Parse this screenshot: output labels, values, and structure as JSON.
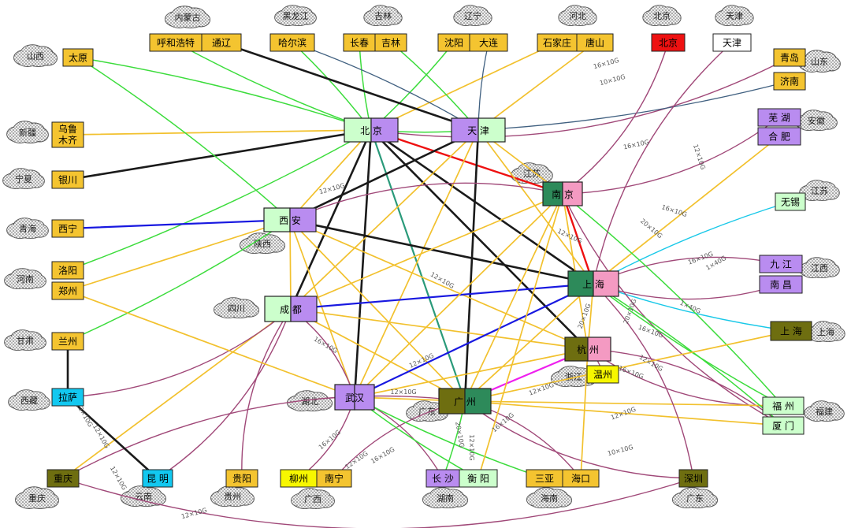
{
  "colors": {
    "core": "#1a1a1a",
    "trunk": "#f2c12e",
    "regional": "#3cdc3c",
    "secondary": "#a04878",
    "hz_gz": "#ee20ee",
    "long_blue": "#1818e0",
    "long_teal": "#2a9a7a",
    "bj_nj_red": "#ee1010",
    "cyan": "#18c8e8",
    "slate": "#406080"
  },
  "clouds": [
    {
      "id": "c_nmg",
      "label": "内蒙古"
    },
    {
      "id": "c_hlj",
      "label": "黑龙江"
    },
    {
      "id": "c_jl",
      "label": "吉林"
    },
    {
      "id": "c_ln",
      "label": "辽宁"
    },
    {
      "id": "c_heb",
      "label": "河北"
    },
    {
      "id": "c_bj",
      "label": "北京"
    },
    {
      "id": "c_tj",
      "label": "天津"
    },
    {
      "id": "c_sx",
      "label": "山西"
    },
    {
      "id": "c_sd",
      "label": "山东"
    },
    {
      "id": "c_xj",
      "label": "新疆"
    },
    {
      "id": "c_ah",
      "label": "安徽"
    },
    {
      "id": "c_nx",
      "label": "宁夏"
    },
    {
      "id": "c_js_r",
      "label": "江苏"
    },
    {
      "id": "c_js_nj",
      "label": "江苏"
    },
    {
      "id": "c_qh",
      "label": "青海"
    },
    {
      "id": "c_shx",
      "label": "陕西"
    },
    {
      "id": "c_hen",
      "label": "河南"
    },
    {
      "id": "c_jx",
      "label": "江西"
    },
    {
      "id": "c_sc",
      "label": "四川"
    },
    {
      "id": "c_gs",
      "label": "甘肃"
    },
    {
      "id": "c_sh_r",
      "label": "上海"
    },
    {
      "id": "c_zj",
      "label": "浙江"
    },
    {
      "id": "c_hb",
      "label": "湖北"
    },
    {
      "id": "c_gd_c",
      "label": "广东"
    },
    {
      "id": "c_xz",
      "label": "西藏"
    },
    {
      "id": "c_fj",
      "label": "福建"
    },
    {
      "id": "c_cq",
      "label": "重庆"
    },
    {
      "id": "c_yn",
      "label": "云南"
    },
    {
      "id": "c_gz",
      "label": "贵州"
    },
    {
      "id": "c_gx",
      "label": "广西"
    },
    {
      "id": "c_hun",
      "label": "湖南"
    },
    {
      "id": "c_hain",
      "label": "海南"
    },
    {
      "id": "c_gd_b",
      "label": "广东"
    }
  ],
  "nodes": [
    {
      "id": "huhehaote",
      "label": "呼和浩特"
    },
    {
      "id": "tongliao",
      "label": "通辽"
    },
    {
      "id": "haerbin",
      "label": "哈尔滨"
    },
    {
      "id": "changchun",
      "label": "长春"
    },
    {
      "id": "jilin",
      "label": "吉林"
    },
    {
      "id": "shenyang",
      "label": "沈阳"
    },
    {
      "id": "dalian",
      "label": "大连"
    },
    {
      "id": "shijiazhuang",
      "label": "石家庄"
    },
    {
      "id": "tangshan",
      "label": "唐山"
    },
    {
      "id": "beijing_top",
      "label": "北京"
    },
    {
      "id": "tianjin_top",
      "label": "天津"
    },
    {
      "id": "taiyuan",
      "label": "太原"
    },
    {
      "id": "qingdao",
      "label": "青岛"
    },
    {
      "id": "jinan",
      "label": "济南"
    },
    {
      "id": "wulumuqi",
      "label": "乌鲁\n木齐"
    },
    {
      "id": "wuhu",
      "label": "芜  湖"
    },
    {
      "id": "hefei",
      "label": "合  肥"
    },
    {
      "id": "yinchuan",
      "label": "银川"
    },
    {
      "id": "wuxi",
      "label": "无锡"
    },
    {
      "id": "xining",
      "label": "西宁"
    },
    {
      "id": "luoyang",
      "label": "洛阳"
    },
    {
      "id": "zhengzhou",
      "label": "郑州"
    },
    {
      "id": "jiujiang",
      "label": "九  江"
    },
    {
      "id": "nanchang",
      "label": "南  昌"
    },
    {
      "id": "lanzhou",
      "label": "兰州"
    },
    {
      "id": "shanghai_r",
      "label": "上  海"
    },
    {
      "id": "wenzhou",
      "label": "温州"
    },
    {
      "id": "lasa",
      "label": "拉萨"
    },
    {
      "id": "fuzhou",
      "label": "福  州"
    },
    {
      "id": "xiamen",
      "label": "厦  门"
    },
    {
      "id": "chongqing",
      "label": "重庆"
    },
    {
      "id": "kunming",
      "label": "昆  明"
    },
    {
      "id": "guiyang",
      "label": "贵阳"
    },
    {
      "id": "liuzhou",
      "label": "柳州"
    },
    {
      "id": "nanning",
      "label": "南宁"
    },
    {
      "id": "changsha",
      "label": "长  沙"
    },
    {
      "id": "hengyang",
      "label": "衡  阳"
    },
    {
      "id": "sanya",
      "label": "三亚"
    },
    {
      "id": "haikou",
      "label": "海口"
    },
    {
      "id": "shenzhen",
      "label": "深圳"
    }
  ],
  "hubs": [
    {
      "id": "beijing",
      "label": "北  京"
    },
    {
      "id": "tianjin",
      "label": "天  津"
    },
    {
      "id": "nanjing",
      "label": "南  京"
    },
    {
      "id": "xian",
      "label": "西  安"
    },
    {
      "id": "shanghai",
      "label": "上  海"
    },
    {
      "id": "chengdu",
      "label": "成  都"
    },
    {
      "id": "hangzhou",
      "label": "杭  州"
    },
    {
      "id": "wuhan",
      "label": "武汉"
    },
    {
      "id": "guangzhou",
      "label": "广  州"
    }
  ],
  "edges": [
    {
      "from": "beijing",
      "to": "tianjin",
      "color": "regional"
    },
    {
      "from": "beijing",
      "to": "xian",
      "color": "trunk"
    },
    {
      "from": "beijing",
      "to": "chengdu",
      "color": "core"
    },
    {
      "from": "beijing",
      "to": "wuhan",
      "color": "core"
    },
    {
      "from": "beijing",
      "to": "guangzhou",
      "color": "long_teal"
    },
    {
      "from": "beijing",
      "to": "shanghai",
      "color": "core"
    },
    {
      "from": "beijing",
      "to": "hangzhou",
      "color": "core"
    },
    {
      "from": "beijing",
      "to": "nanjing",
      "color": "bj_nj_red"
    },
    {
      "from": "tianjin",
      "to": "xian",
      "color": "core"
    },
    {
      "from": "tianjin",
      "to": "guangzhou",
      "color": "core"
    },
    {
      "from": "tianjin",
      "to": "wuhan",
      "color": "trunk"
    },
    {
      "from": "tianjin",
      "to": "shanghai",
      "color": "trunk"
    },
    {
      "from": "tianjin",
      "to": "nanjing",
      "color": "trunk"
    },
    {
      "from": "tianjin",
      "to": "chengdu",
      "color": "trunk"
    },
    {
      "from": "xian",
      "to": "shanghai",
      "color": "core"
    },
    {
      "from": "xian",
      "to": "chengdu",
      "color": "trunk"
    },
    {
      "from": "xian",
      "to": "wuhan",
      "color": "trunk"
    },
    {
      "from": "xian",
      "to": "nanjing",
      "color": "secondary"
    },
    {
      "from": "xian",
      "to": "hangzhou",
      "color": "trunk"
    },
    {
      "from": "xian",
      "to": "guangzhou",
      "color": "trunk"
    },
    {
      "from": "chengdu",
      "to": "shanghai",
      "color": "long_blue"
    },
    {
      "from": "chengdu",
      "to": "wuhan",
      "color": "secondary"
    },
    {
      "from": "chengdu",
      "to": "hangzhou",
      "color": "trunk"
    },
    {
      "from": "chengdu",
      "to": "guangzhou",
      "color": "trunk"
    },
    {
      "from": "chengdu",
      "to": "nanjing",
      "color": "trunk"
    },
    {
      "from": "wuhan",
      "to": "shanghai",
      "color": "long_blue"
    },
    {
      "from": "wuhan",
      "to": "guangzhou",
      "color": "trunk"
    },
    {
      "from": "wuhan",
      "to": "nanjing",
      "color": "trunk"
    },
    {
      "from": "wuhan",
      "to": "hangzhou",
      "color": "trunk"
    },
    {
      "from": "guangzhou",
      "to": "hangzhou",
      "color": "hz_gz"
    },
    {
      "from": "guangzhou",
      "to": "shanghai",
      "color": "trunk"
    },
    {
      "from": "guangzhou",
      "to": "nanjing",
      "color": "trunk"
    },
    {
      "from": "nanjing",
      "to": "shanghai",
      "color": "bj_nj_red"
    },
    {
      "from": "shanghai",
      "to": "hangzhou",
      "color": "trunk"
    },
    {
      "from": "nanjing",
      "to": "hangzhou",
      "color": "trunk"
    },
    {
      "from": "beijing",
      "to": "huhehaote",
      "color": "regional"
    },
    {
      "from": "beijing",
      "to": "haerbin",
      "color": "regional"
    },
    {
      "from": "beijing",
      "to": "changchun",
      "color": "regional"
    },
    {
      "from": "beijing",
      "to": "shenyang",
      "color": "regional"
    },
    {
      "from": "beijing",
      "to": "shijiazhuang",
      "color": "trunk"
    },
    {
      "from": "beijing",
      "to": "taiyuan",
      "color": "regional"
    },
    {
      "from": "beijing",
      "to": "yinchuan",
      "color": "core"
    },
    {
      "from": "beijing",
      "to": "wulumuqi",
      "color": "trunk"
    },
    {
      "from": "beijing",
      "to": "luoyang",
      "color": "regional"
    },
    {
      "from": "beijing",
      "to": "qingdao",
      "color": "secondary"
    },
    {
      "from": "tianjin",
      "to": "tongliao",
      "color": "core"
    },
    {
      "from": "tianjin",
      "to": "haerbin",
      "color": "slate"
    },
    {
      "from": "tianjin",
      "to": "dalian",
      "color": "slate"
    },
    {
      "from": "tianjin",
      "to": "jilin",
      "color": "regional"
    },
    {
      "from": "tianjin",
      "to": "tangshan",
      "color": "trunk"
    },
    {
      "from": "tianjin",
      "to": "jinan",
      "color": "slate"
    },
    {
      "from": "xian",
      "to": "xining",
      "color": "long_blue"
    },
    {
      "from": "xian",
      "to": "taiyuan",
      "color": "regional"
    },
    {
      "from": "xian",
      "to": "lanzhou",
      "color": "regional"
    },
    {
      "from": "xian",
      "to": "zhengzhou",
      "color": "trunk"
    },
    {
      "from": "chengdu",
      "to": "kunming",
      "color": "secondary"
    },
    {
      "from": "chengdu",
      "to": "chongqing",
      "color": "trunk"
    },
    {
      "from": "chengdu",
      "to": "lasa",
      "color": "secondary"
    },
    {
      "from": "chengdu",
      "to": "guiyang",
      "color": "secondary"
    },
    {
      "from": "shanghai",
      "to": "wuxi",
      "color": "cyan"
    },
    {
      "from": "shanghai",
      "to": "shanghai_r",
      "color": "cyan"
    },
    {
      "from": "shanghai",
      "to": "jiujiang",
      "color": "secondary"
    },
    {
      "from": "shanghai",
      "to": "nanchang",
      "color": "secondary"
    },
    {
      "from": "shanghai",
      "to": "hefei",
      "color": "trunk"
    },
    {
      "from": "nanjing",
      "to": "wuhu",
      "color": "secondary"
    },
    {
      "from": "nanjing",
      "to": "fuzhou",
      "color": "regional"
    },
    {
      "from": "nanjing",
      "to": "xiamen",
      "color": "secondary"
    },
    {
      "from": "hangzhou",
      "to": "wenzhou",
      "color": "secondary"
    },
    {
      "from": "hangzhou",
      "to": "fuzhou",
      "color": "secondary"
    },
    {
      "from": "hangzhou",
      "to": "xiamen",
      "color": "secondary"
    },
    {
      "from": "guangzhou",
      "to": "shenzhen",
      "color": "secondary"
    },
    {
      "from": "guangzhou",
      "to": "haikou",
      "color": "secondary"
    },
    {
      "from": "guangzhou",
      "to": "nanning",
      "color": "secondary"
    },
    {
      "from": "guangzhou",
      "to": "changsha",
      "color": "regional"
    },
    {
      "from": "guangzhou",
      "to": "fuzhou",
      "color": "trunk"
    },
    {
      "from": "guangzhou",
      "to": "xiamen",
      "color": "trunk"
    },
    {
      "from": "guangzhou",
      "to": "chongqing",
      "color": "secondary"
    },
    {
      "from": "wuhan",
      "to": "changsha",
      "color": "secondary"
    },
    {
      "from": "wuhan",
      "to": "hengyang",
      "color": "regional"
    },
    {
      "from": "wuhan",
      "to": "liuzhou",
      "color": "secondary"
    },
    {
      "from": "wuhan",
      "to": "sanya",
      "color": "regional"
    },
    {
      "from": "wuhan",
      "to": "zhengzhou",
      "color": "trunk"
    },
    {
      "from": "lanzhou",
      "to": "lasa",
      "color": "core"
    },
    {
      "from": "lasa",
      "to": "kunming",
      "color": "core"
    },
    {
      "from": "chongqing",
      "to": "shenzhen",
      "color": "secondary"
    },
    {
      "from": "beijing_top",
      "to": "nanjing",
      "color": "secondary"
    },
    {
      "from": "tianjin_top",
      "to": "shanghai",
      "color": "secondary"
    },
    {
      "from": "shanghai",
      "to": "xiamen",
      "color": "regional"
    },
    {
      "from": "shanghai",
      "to": "fuzhou",
      "color": "regional"
    },
    {
      "from": "shanghai",
      "to": "shenzhen",
      "color": "secondary"
    },
    {
      "from": "guangzhou",
      "to": "shanghai_r",
      "color": "trunk"
    },
    {
      "from": "nanjing",
      "to": "hengyang",
      "color": "trunk"
    },
    {
      "from": "hangzhou",
      "to": "haikou",
      "color": "trunk"
    }
  ],
  "edge_labels": [
    {
      "id": "l1",
      "text": "16×10G"
    },
    {
      "id": "l2",
      "text": "10×10G"
    },
    {
      "id": "l3",
      "text": "16×10G"
    },
    {
      "id": "l4",
      "text": "12×10G"
    },
    {
      "id": "l5",
      "text": "12×10G"
    },
    {
      "id": "l6",
      "text": "16×10G"
    },
    {
      "id": "l7",
      "text": "20×10G"
    },
    {
      "id": "l8",
      "text": "12×10G"
    },
    {
      "id": "l9",
      "text": "16×10G"
    },
    {
      "id": "l10",
      "text": "1×40G"
    },
    {
      "id": "l11",
      "text": "12×10G"
    },
    {
      "id": "l12",
      "text": "1×40G"
    },
    {
      "id": "l13",
      "text": "20×10G"
    },
    {
      "id": "l14",
      "text": "20×10G"
    },
    {
      "id": "l15",
      "text": "16×10G"
    },
    {
      "id": "l16",
      "text": "16×10G"
    },
    {
      "id": "l17",
      "text": "12×10G"
    },
    {
      "id": "l18",
      "text": "16×10G"
    },
    {
      "id": "l19",
      "text": "12×10G"
    },
    {
      "id": "l20",
      "text": "12×10G"
    },
    {
      "id": "l21",
      "text": "12×10G"
    },
    {
      "id": "l22",
      "text": "12×10G"
    },
    {
      "id": "l23",
      "text": "16×10G"
    },
    {
      "id": "l24",
      "text": "12×10G"
    },
    {
      "id": "l25",
      "text": "16×10G"
    },
    {
      "id": "l26",
      "text": "16×10G"
    },
    {
      "id": "l27",
      "text": "12×10G"
    },
    {
      "id": "l28",
      "text": "20×10G"
    },
    {
      "id": "l29",
      "text": "12×10G"
    },
    {
      "id": "l30",
      "text": "10×10G"
    },
    {
      "id": "l31",
      "text": "12×10G"
    },
    {
      "id": "l32",
      "text": "12×10G"
    },
    {
      "id": "l33",
      "text": "12×10G"
    }
  ]
}
